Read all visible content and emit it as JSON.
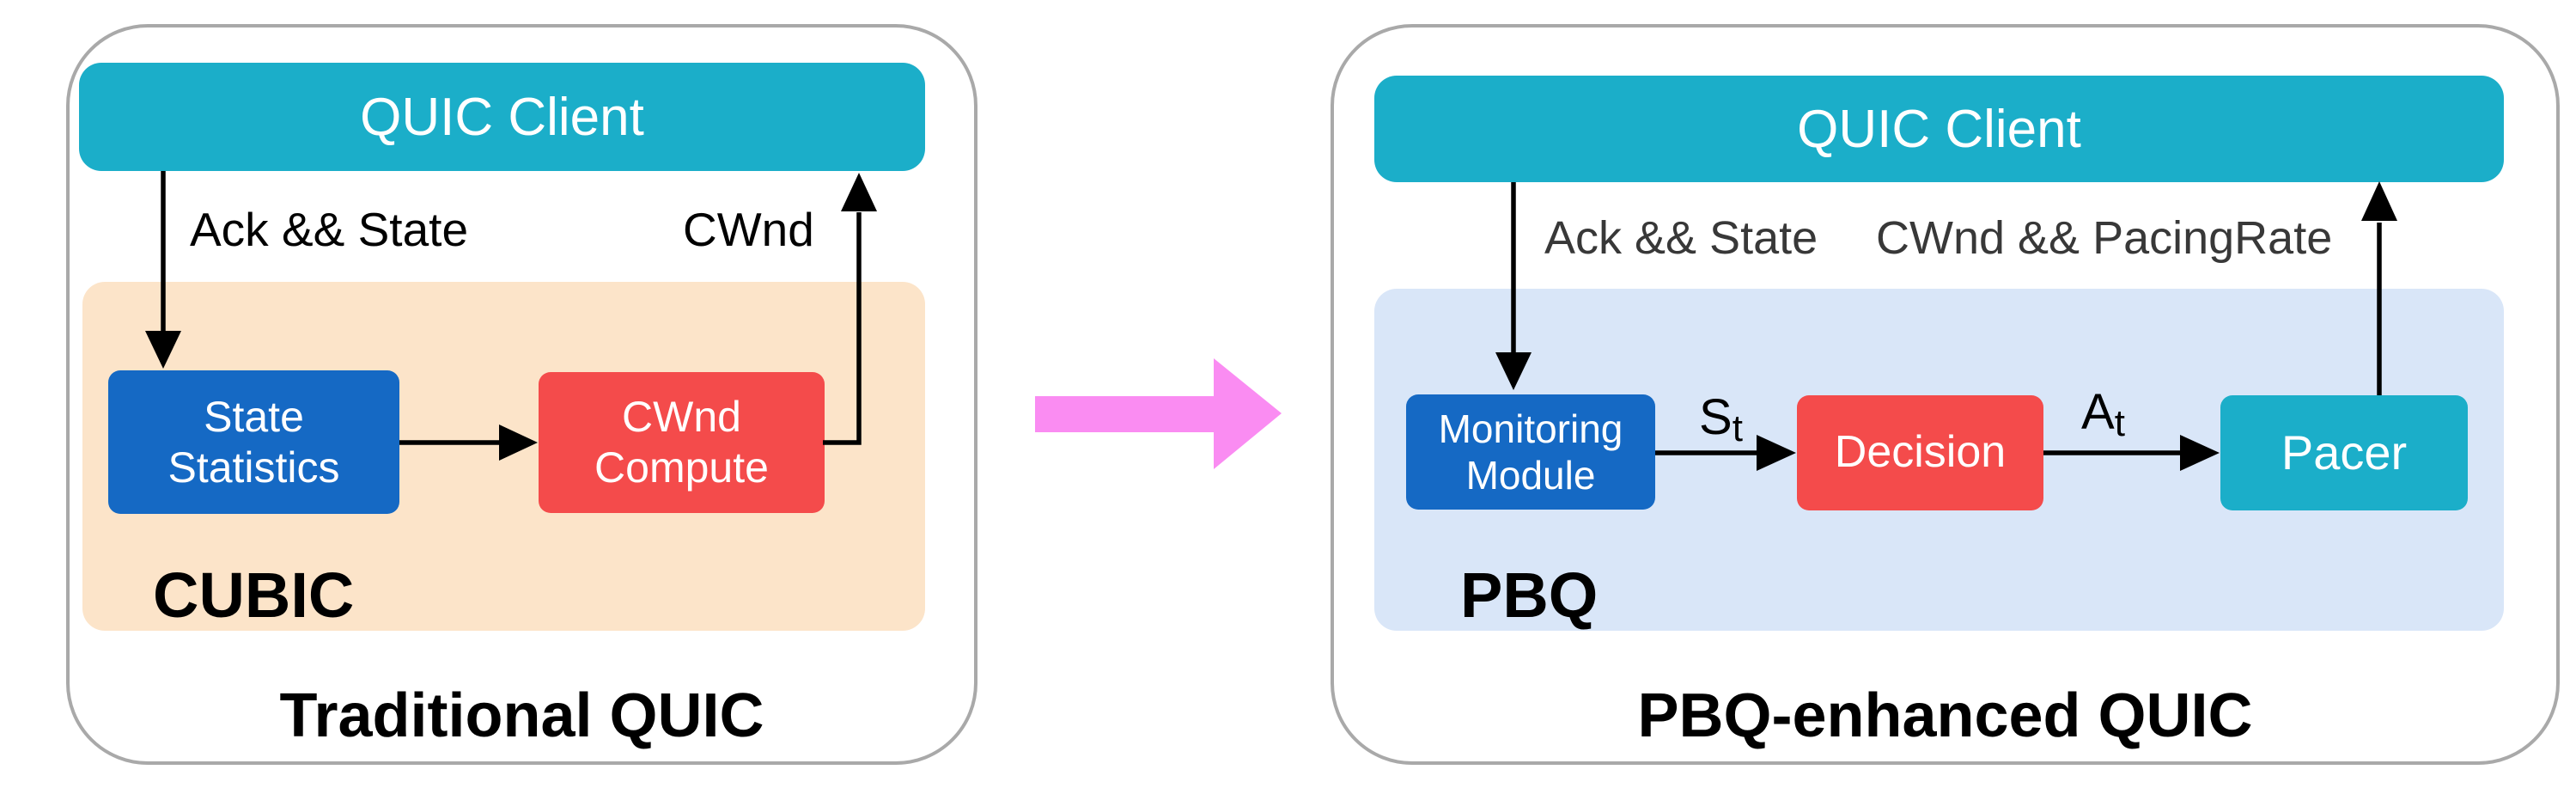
{
  "figure": {
    "description_left_caption": "Traditional QUIC",
    "description_right_caption": "PBQ-enhanced QUIC"
  },
  "colors": {
    "teal": "#1baec9",
    "blue": "#1569c4",
    "red": "#f44b4b",
    "peach": "#fce4c9",
    "light_blue": "#d9e6f8",
    "pink_arrow": "#fa8cf2",
    "panel_border": "#a9a9a9",
    "label_gray": "#383838",
    "ink": "#000000"
  },
  "left_panel": {
    "client_label": "QUIC Client",
    "down_arrow_label": "Ack && State",
    "up_arrow_label": "CWnd",
    "module_box": {
      "line1": "State",
      "line2": "Statistics"
    },
    "compute_box": {
      "line1": "CWnd",
      "line2": "Compute"
    },
    "group_label": "CUBIC",
    "caption": "Traditional QUIC"
  },
  "right_panel": {
    "client_label": "QUIC Client",
    "down_arrow_label": "Ack && State",
    "up_arrow_label": "CWnd && PacingRate",
    "monitoring_box": {
      "line1": "Monitoring",
      "line2": "Module"
    },
    "decision_box": "Decision",
    "pacer_box": "Pacer",
    "state_signal": {
      "main": "S",
      "sub": "t"
    },
    "action_signal": {
      "main": "A",
      "sub": "t"
    },
    "group_label": "PBQ",
    "caption": "PBQ-enhanced QUIC"
  }
}
